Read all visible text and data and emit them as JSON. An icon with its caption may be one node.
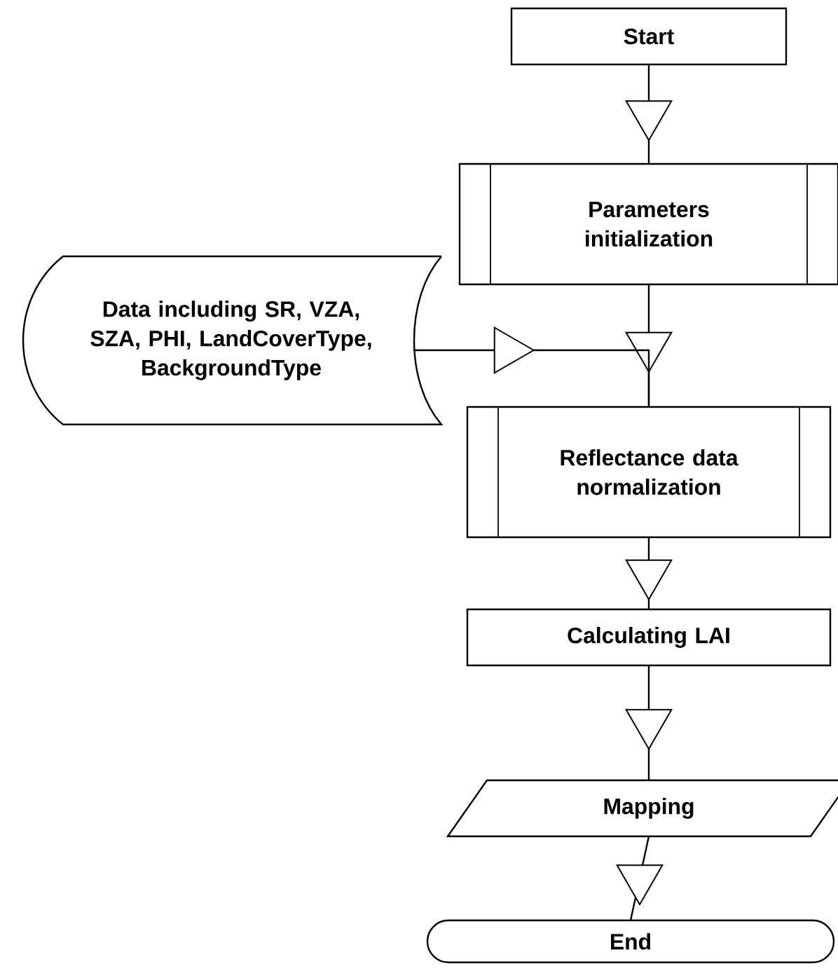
{
  "diagram": {
    "nodes": [
      {
        "text": [
          "Start"
        ]
      },
      {
        "text": [
          "Parameters initialization"
        ]
      },
      {
        "text": [
          "Data including SR, VZA, SZA, PHI, LandCoverType, BackgroundType"
        ]
      },
      {
        "text": [
          "Reflectance data normalization"
        ]
      },
      {
        "text": [
          "Calculating LAI"
        ]
      },
      {
        "text": [
          "Mapping"
        ]
      },
      {
        "text": [
          "End"
        ]
      }
    ],
    "edges": [
      {
        "from": 0,
        "to": 1,
        "arrow": "to"
      },
      {
        "from": 1,
        "to": 3,
        "arrow": "to"
      },
      {
        "from": 2,
        "to": 3,
        "arrow": "to"
      },
      {
        "from": 3,
        "to": 4,
        "arrow": "to"
      },
      {
        "from": 4,
        "to": 5,
        "arrow": "to"
      },
      {
        "from": 5,
        "to": 6,
        "arrow": "to"
      }
    ]
  }
}
